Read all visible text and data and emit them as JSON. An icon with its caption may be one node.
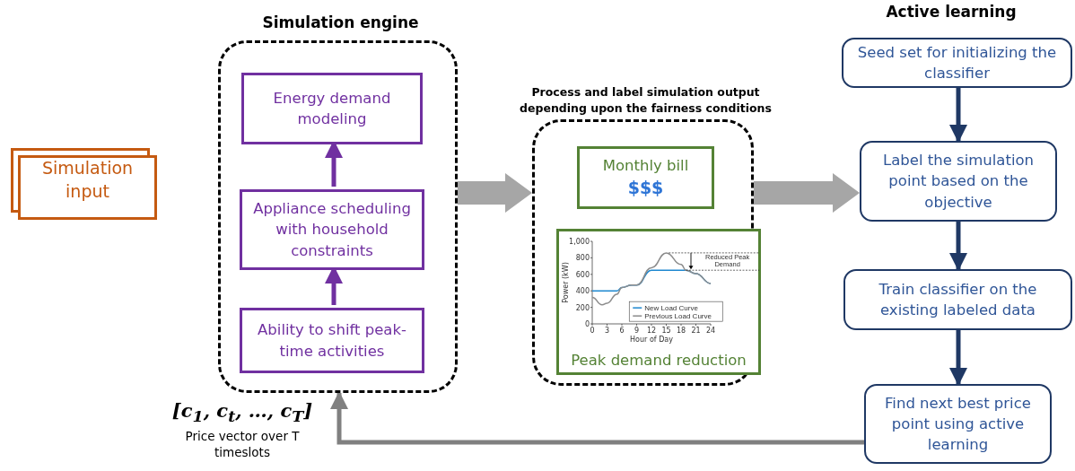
{
  "diagram": {
    "nodes": [
      {
        "text": [
          "Simulation input"
        ]
      },
      {
        "text": [
          "Simulation engine"
        ]
      },
      {
        "text": [
          "Energy demand modeling"
        ],
        "in": 1
      },
      {
        "text": [
          "Appliance scheduling with household constraints"
        ],
        "in": 1
      },
      {
        "text": [
          "Ability to shift peak-time activities"
        ],
        "in": 1
      },
      {
        "text": [
          "Process and label simulation output depending upon the fairness conditions"
        ]
      },
      {
        "text": [
          "Monthly bill",
          "$$$"
        ],
        "in": 5
      },
      {
        "text": [
          "Peak demand reduction"
        ],
        "in": 5
      },
      {
        "text": [
          "Seed set for initializing the classifier"
        ]
      },
      {
        "text": [
          "Label the simulation point based on the objective"
        ]
      },
      {
        "text": [
          "Train classifier on the existing labeled data"
        ]
      },
      {
        "text": [
          "Find next best price point using active learning"
        ]
      }
    ],
    "edges": [
      {
        "from": 4,
        "to": 3,
        "arrow": "to",
        "color": "#7030a0"
      },
      {
        "from": 3,
        "to": 2,
        "arrow": "to",
        "color": "#7030a0"
      },
      {
        "from": 1,
        "to": 5,
        "arrow": "to",
        "style": "thick",
        "color": "#a6a6a6"
      },
      {
        "from": 5,
        "to": 9,
        "arrow": "to",
        "style": "thick",
        "color": "#a6a6a6"
      },
      {
        "from": 8,
        "to": 9,
        "arrow": "to",
        "color": "#1f3864"
      },
      {
        "from": 9,
        "to": 10,
        "arrow": "to",
        "color": "#1f3864"
      },
      {
        "from": 10,
        "to": 11,
        "arrow": "to",
        "color": "#1f3864"
      },
      {
        "from": 11,
        "to": 1,
        "arrow": "to",
        "color": "#808080"
      }
    ],
    "labels": [
      "Active learning",
      "[c$_{1}$, c$_{t}$, …, c$_{T}$]",
      "Price vector over T timeslots"
    ],
    "chart_data": {
      "type": "line",
      "xlabel": "Hour of Day",
      "ylabel": "Power (kW)",
      "x": [
        0,
        2,
        3,
        5,
        6,
        8,
        9,
        12,
        15,
        18,
        19,
        21,
        24
      ],
      "series": [
        {
          "name": "New Load Curve",
          "color": "#1e88d0",
          "values": [
            400,
            400,
            400,
            400,
            440,
            470,
            470,
            650,
            650,
            650,
            650,
            610,
            490
          ]
        },
        {
          "name": "Previous Load Curve",
          "color": "#8c8c8c",
          "values": [
            320,
            230,
            250,
            360,
            440,
            470,
            470,
            680,
            860,
            720,
            650,
            610,
            490
          ]
        }
      ],
      "xlim": [
        0,
        24
      ],
      "ylim": [
        0,
        1000
      ],
      "xticks": [
        0,
        3,
        6,
        9,
        12,
        15,
        18,
        21,
        24
      ],
      "yticks": [
        0,
        200,
        400,
        600,
        800,
        {
          "value": 1000,
          "label": "1,000"
        }
      ],
      "annotations": [
        "Reduced Peak Demand"
      ],
      "legend": "lower right",
      "ref_lines": [
        {
          "axis": "y",
          "value": 860
        },
        {
          "axis": "y",
          "value": 650
        }
      ]
    }
  }
}
